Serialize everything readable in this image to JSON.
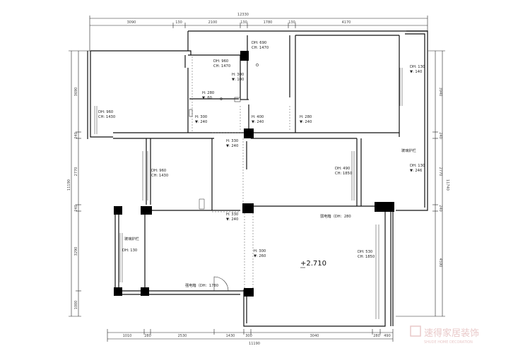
{
  "dimensions": {
    "top_total": "12330",
    "top": [
      "3090",
      "130",
      "2100",
      "130",
      "1780",
      "130",
      "4170"
    ],
    "bottom": [
      "1010",
      "280",
      "2530",
      "1430",
      "300",
      "3040",
      "280",
      "490"
    ],
    "bottom_total": "11190",
    "left_total": "11190",
    "left": [
      "3690",
      "240",
      "2770",
      "240",
      "3290",
      "1000"
    ],
    "right_total": "11740",
    "right": [
      "3940",
      "240",
      "2770",
      "240",
      "4590"
    ]
  },
  "labels": {
    "dh960_ch1470_a": [
      "DH: 960",
      "CH: 1470"
    ],
    "dh690_ch1470": [
      "DH: 690",
      "CH: 1470"
    ],
    "dh130_top": [
      "DH: 130",
      "▼: 140"
    ],
    "h300_100": [
      "H: 300",
      "▼: 100"
    ],
    "h280_60": [
      "H: 280",
      "▼: 60"
    ],
    "dh960_ch1430_a": [
      "DH: 960",
      "CH: 1430"
    ],
    "h300_240_a": [
      "H: 300",
      "▼: 240"
    ],
    "h400_240": [
      "H: 400",
      "▼: 240"
    ],
    "h280_240": [
      "H: 280",
      "▼: 240"
    ],
    "h330_240_a": [
      "H: 330",
      "▼: 240"
    ],
    "glass_rail_right": "玻璃护栏",
    "dh960_ch1430_b": [
      "DH: 960",
      "CH: 1430"
    ],
    "dh490_ch1850": [
      "DH: 490",
      "CH: 1850"
    ],
    "dh130_246": [
      "DH: 130",
      "▼: 246"
    ],
    "h330_240_b": [
      "H: 330",
      "▼: 240"
    ],
    "weak_box": "弱电箱（DH：280",
    "glass_rail_left": "玻璃护栏",
    "dh130_left": "DH: 130",
    "h300_240_b": [
      "H: 300",
      "▼: 260"
    ],
    "dh530_ch1850": [
      "DH: 530",
      "CH: 1850"
    ],
    "elevation": "+2.710",
    "strong_box": "强电箱（DH：1780"
  },
  "watermark": {
    "main": "速得家居装饰",
    "sub": "SHUDE HOME DECORATION"
  }
}
